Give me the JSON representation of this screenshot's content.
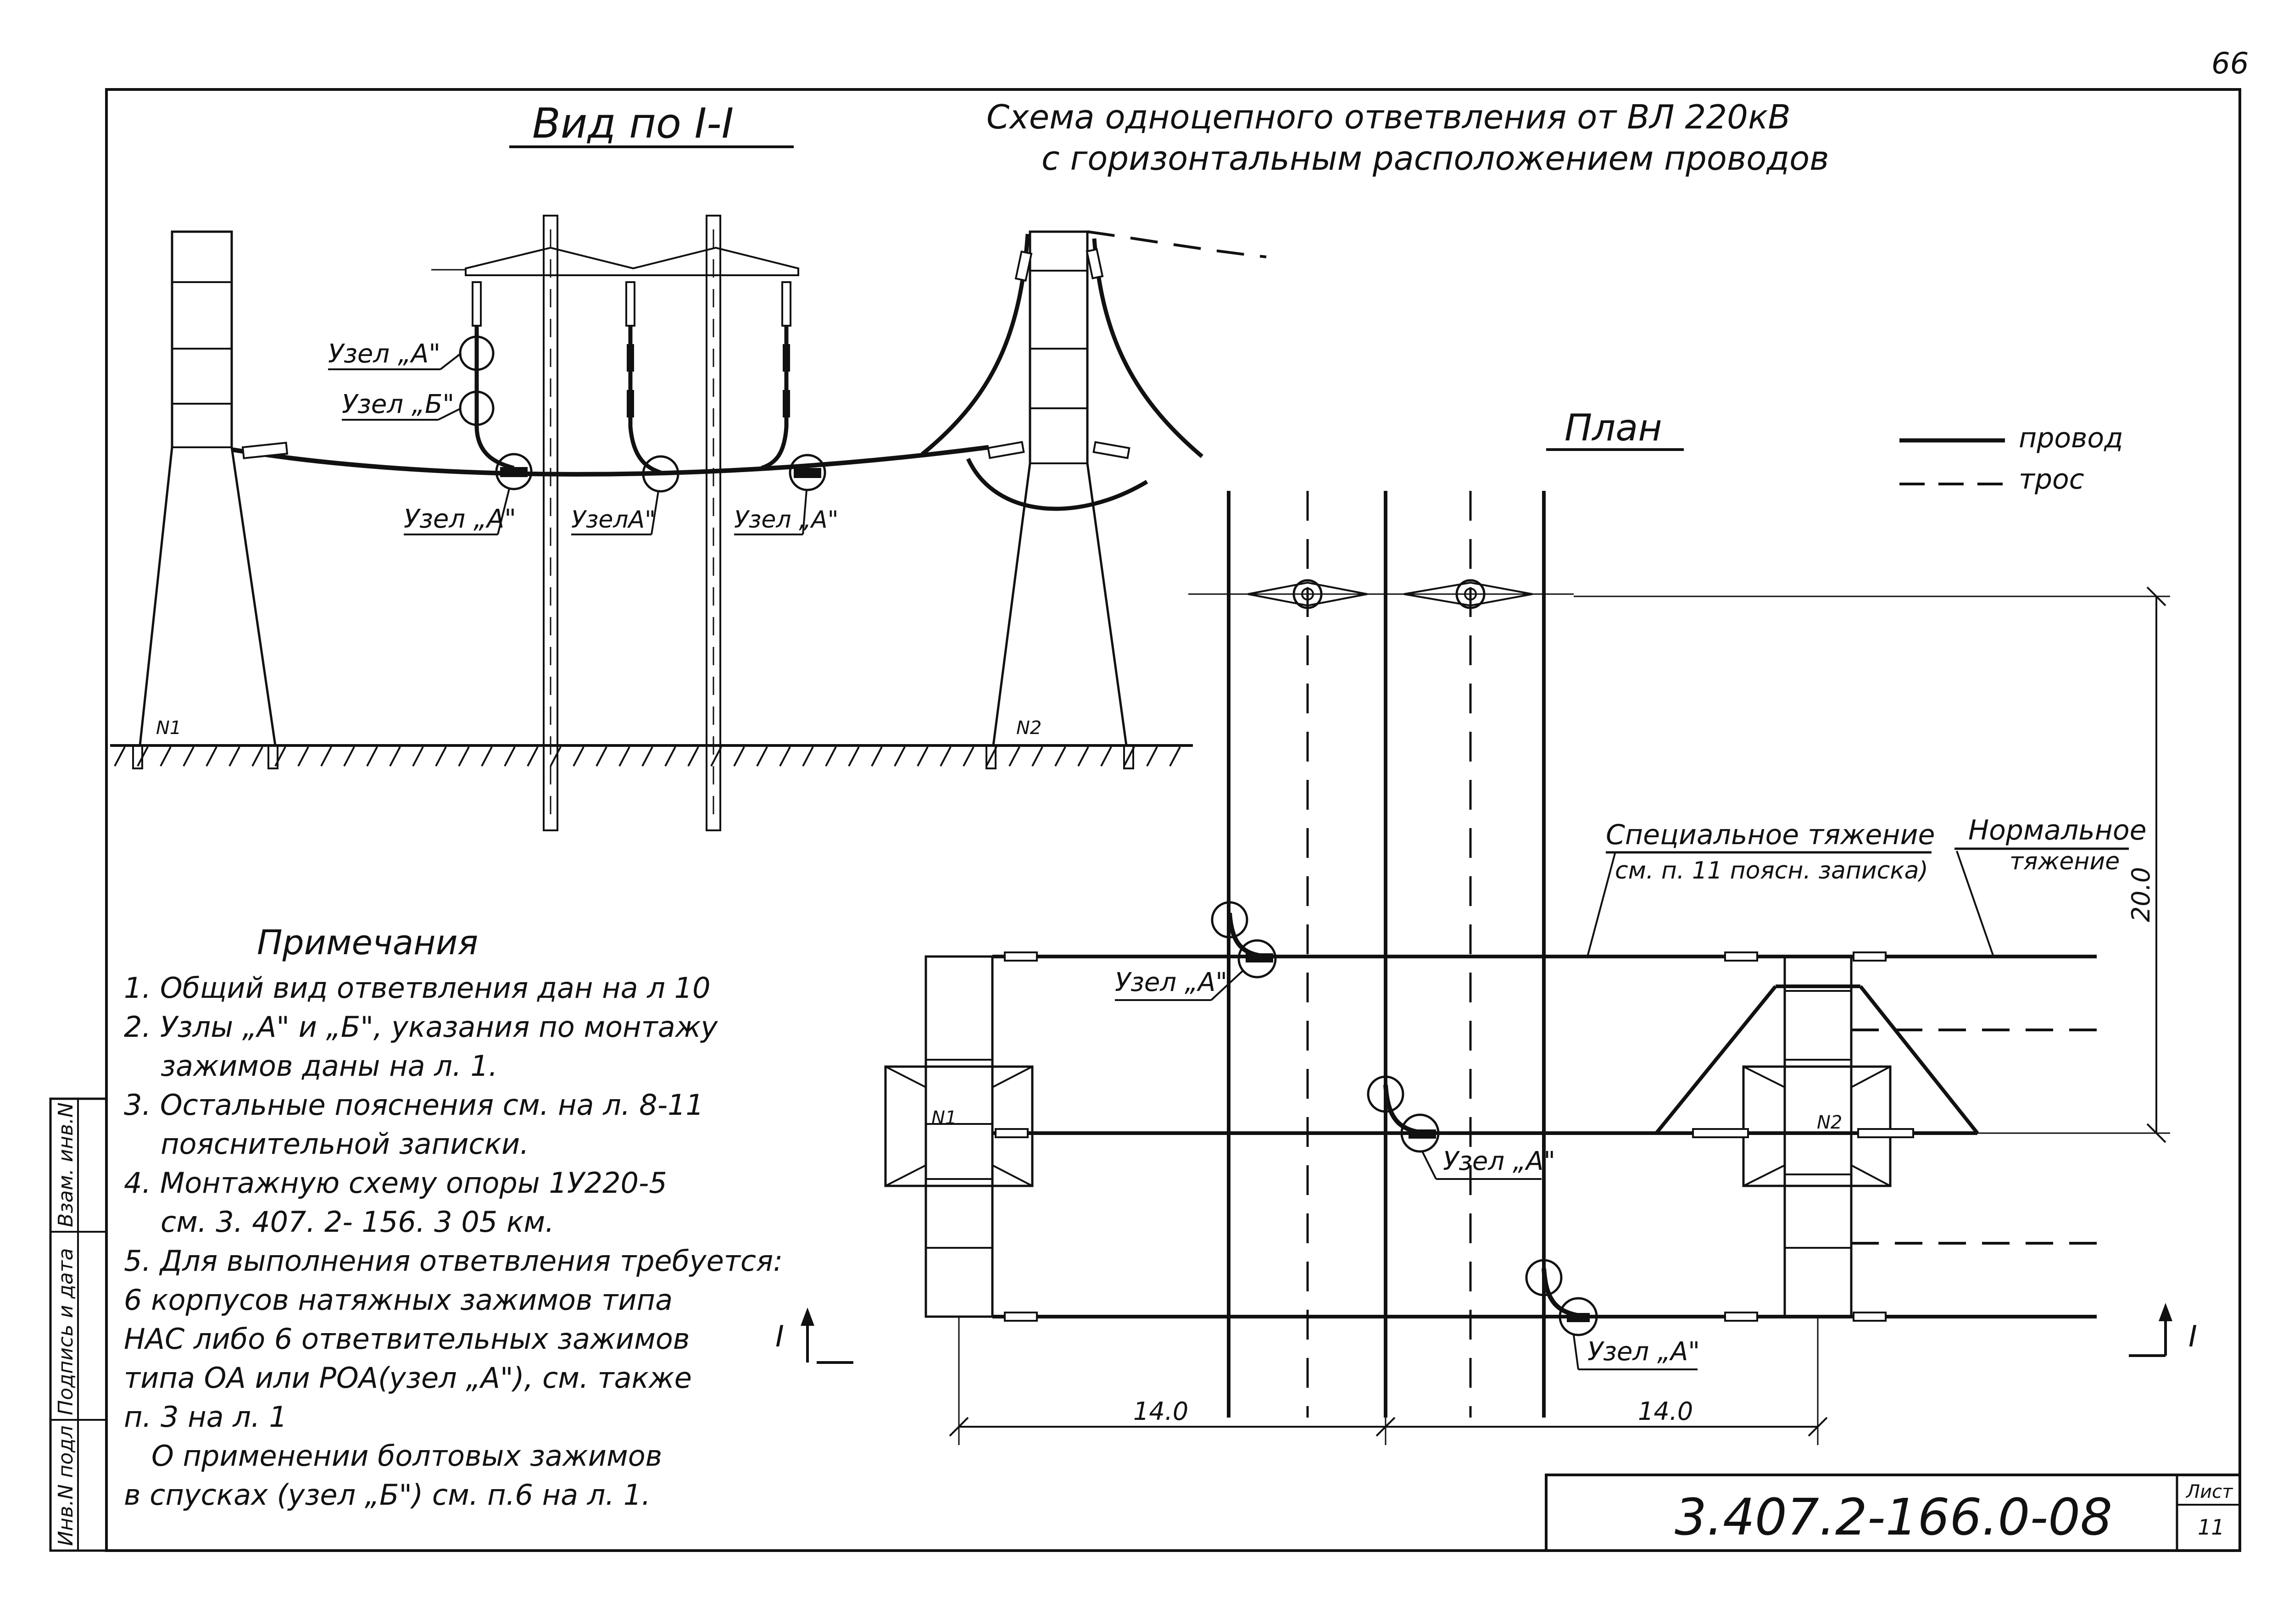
{
  "page_number": "66",
  "view_title": "Вид по I-I",
  "scheme_title": {
    "line1": "Схема одноцепного ответвления от ВЛ 220кВ",
    "line2": "с горизонтальным расположением проводов"
  },
  "plan_title": "План",
  "legend": {
    "wire": "провод",
    "cable": "трос"
  },
  "side_view_labels": {
    "node_a_top": "Узел „А\"",
    "node_b": "Узел „Б\"",
    "node_a_1": "Узел „А\"",
    "node_a_2": "УзелА\"",
    "node_a_3": "Узел „А\""
  },
  "support_labels": {
    "n1": "N1",
    "n2": "N2"
  },
  "plan_labels": {
    "special_tension": "Специальное тяжение",
    "special_tension_ref": "см. п. 11 поясн. записка)",
    "normal_tension_1": "Нормальное",
    "normal_tension_2": "тяжение",
    "dim_vertical": "20.0",
    "dim_left": "14.0",
    "dim_right": "14.0",
    "node_a_1": "Узел „А\"",
    "node_a_2": "Узел „А\"",
    "node_a_3": "Узел „А\"",
    "section_mark_left": "I",
    "section_mark_right": "I"
  },
  "notes": {
    "title": "Примечания",
    "lines": [
      "1. Общий вид ответвления дан на л 10",
      "2. Узлы „А\" и „Б\", указания по монтажу",
      "зажимов даны на л. 1.",
      "3. Остальные пояснения см. на л. 8-11",
      "пояснительной записки.",
      "4. Монтажную схему опоры 1У220-5",
      "см. 3. 407. 2- 156. 3 05 км.",
      "5. Для выполнения ответвления требуется:",
      "6 корпусов натяжных зажимов типа",
      "НАС либо 6 ответвительных зажимов",
      "типа ОА или РОА(узел „А\"), см. также",
      "п. 3 на л. 1",
      "О применении болтовых зажимов",
      "в спусках (узел „Б\") см. п.6 на л. 1."
    ]
  },
  "side_stamp": [
    "Инв.N подл",
    "Подпись и дата",
    "Взам. инв.N"
  ],
  "title_block": {
    "code": "3.407.2-166.0-08",
    "sheet_label": "Лист",
    "sheet_number": "11"
  }
}
